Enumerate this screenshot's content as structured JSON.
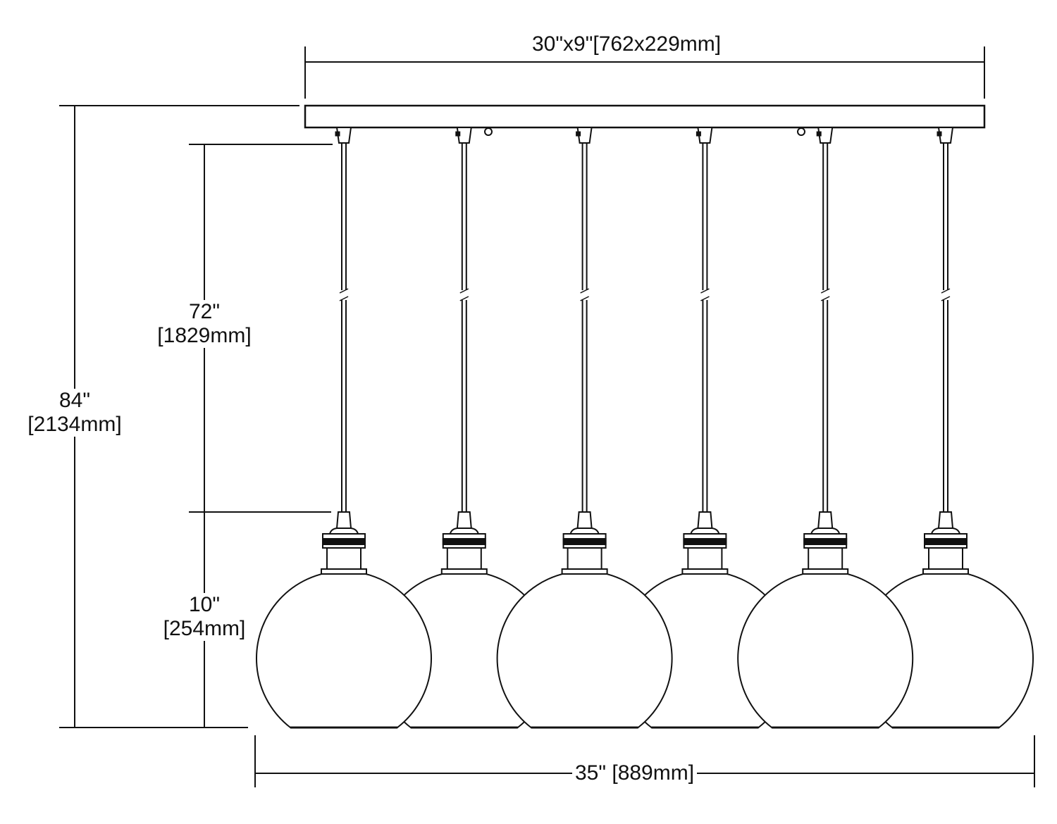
{
  "dimensions": {
    "canopy": "30\"x9\"[762x229mm]",
    "overall_height_in": "84\"",
    "overall_height_mm": "[2134mm]",
    "cord_length_in": "72\"",
    "cord_length_mm": "[1829mm]",
    "shade_height_in": "10\"",
    "shade_height_mm": "[254mm]",
    "overall_width": "35\" [889mm]"
  },
  "pendant_count": 6
}
